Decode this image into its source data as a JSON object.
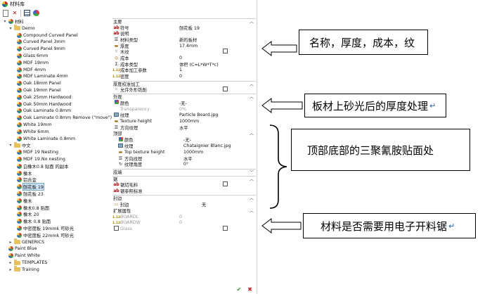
{
  "window": {
    "title": "材料库"
  },
  "toolbar": {
    "new_icon": "new-document-icon",
    "delete_icon": "delete-x-icon",
    "grid_icon": "grid-view-icon",
    "palette_icon": "material-palette-icon"
  },
  "tree": {
    "nodes": [
      {
        "label": "材料",
        "kind": "ball",
        "level": 0,
        "expanded": true
      },
      {
        "label": "Demo",
        "kind": "folder",
        "level": 1,
        "expanded": true
      },
      {
        "label": "Compound Curved Panel",
        "kind": "ball",
        "level": 2
      },
      {
        "label": "Curved Panel 3mm",
        "kind": "ball",
        "level": 2
      },
      {
        "label": "Curved Panel 9mm",
        "kind": "ball",
        "level": 2
      },
      {
        "label": "Glass 6mm",
        "kind": "ball",
        "level": 2
      },
      {
        "label": "MDF 19mm",
        "kind": "ball",
        "level": 2
      },
      {
        "label": "MDF 4mm",
        "kind": "ball",
        "level": 2
      },
      {
        "label": "MDF Laminate 4mm",
        "kind": "ball",
        "level": 2
      },
      {
        "label": "Oak 18mm Panel",
        "kind": "ball",
        "level": 2
      },
      {
        "label": "Oak 19mm Panel",
        "kind": "ball",
        "level": 2
      },
      {
        "label": "Oak 25mm Hardwood",
        "kind": "ball",
        "level": 2
      },
      {
        "label": "Oak 50mm Hardwood",
        "kind": "ball",
        "level": 2
      },
      {
        "label": "Oak Laminate 0.8mm",
        "kind": "ball",
        "level": 2
      },
      {
        "label": "Oak Laminate 0.8mm Remove (\"move\")",
        "kind": "ball",
        "level": 2
      },
      {
        "label": "White 19mm",
        "kind": "ball",
        "level": 2
      },
      {
        "label": "White 6mm",
        "kind": "ball",
        "level": 2
      },
      {
        "label": "White Laminate 0.8mm",
        "kind": "ball",
        "level": 2
      },
      {
        "label": "中文",
        "kind": "folder",
        "level": 1,
        "expanded": true
      },
      {
        "label": "MDF 19 Nesting",
        "kind": "ball",
        "level": 2
      },
      {
        "label": "MDF 19 No nesting",
        "kind": "ball",
        "level": 2
      },
      {
        "label": "白橡木0.8 贴面 的副本",
        "kind": "ball",
        "level": 2
      },
      {
        "label": "橡木",
        "kind": "ball",
        "level": 2
      },
      {
        "label": "铝合金",
        "kind": "ball",
        "level": 2
      },
      {
        "label": "刨花板 19",
        "kind": "ball",
        "level": 2,
        "selected": true
      },
      {
        "label": "刨花板 23",
        "kind": "ball",
        "level": 2
      },
      {
        "label": "橡木",
        "kind": "ball",
        "level": 2
      },
      {
        "label": "橡木0.8 贴面",
        "kind": "ball",
        "level": 2
      },
      {
        "label": "橡木 20",
        "kind": "ball",
        "level": 2
      },
      {
        "label": "橡木 0.8 贴面",
        "kind": "ball",
        "level": 2
      },
      {
        "label": "中密度板 19mmk 可砂光",
        "kind": "ball",
        "level": 2
      },
      {
        "label": "中密度板 22mmk 可砂光",
        "kind": "ball",
        "level": 2
      },
      {
        "label": "GENERICS",
        "kind": "folder",
        "level": 1,
        "expanded": false
      },
      {
        "label": "Paint Blue",
        "kind": "ball",
        "level": 1
      },
      {
        "label": "Paint White",
        "kind": "ball",
        "level": 1
      },
      {
        "label": "TEMPLATES",
        "kind": "folder",
        "level": 1,
        "expanded": false
      },
      {
        "label": "Training",
        "kind": "folder",
        "level": 1,
        "expanded": false
      }
    ]
  },
  "props": {
    "items": [
      {
        "t": "sec",
        "label": "主要",
        "chev": "︿"
      },
      {
        "t": "row",
        "icon": "ab",
        "name": "符号",
        "value": "刨花板 19"
      },
      {
        "t": "row",
        "icon": "ab",
        "name": "说明",
        "value": ""
      },
      {
        "t": "row",
        "icon": "list",
        "name": "材料类型",
        "value": "新的板材"
      },
      {
        "t": "row",
        "icon": "ruler",
        "name": "厚度",
        "value": "17.4mm"
      },
      {
        "t": "row",
        "icon": "grain",
        "name": "木纹",
        "value": "",
        "check": true
      },
      {
        "t": "row",
        "icon": "coins",
        "name": "成本",
        "value": "0"
      },
      {
        "t": "row",
        "icon": "formula",
        "name": "成本类型",
        "value": "体积 (C=L*W*T*c)"
      },
      {
        "t": "row",
        "icon": "112",
        "name": "成本加工参数",
        "value": "1"
      },
      {
        "t": "row",
        "icon": "112",
        "name": "密度",
        "value": "0"
      },
      {
        "t": "sec",
        "label": "厚度校准加工",
        "chev": "︿"
      },
      {
        "t": "row",
        "icon": "grain",
        "name": "允许外形铣削",
        "value": "",
        "check": true
      },
      {
        "t": "sec",
        "label": "外观",
        "chev": "︿"
      },
      {
        "t": "row",
        "icon": "swatch",
        "name": "颜色",
        "value": "-无-"
      },
      {
        "t": "row",
        "icon": "",
        "name": "Transparency",
        "value": "0%",
        "disabled": true
      },
      {
        "t": "row",
        "icon": "tex",
        "name": "纹理",
        "value": "Particle Board.jpg"
      },
      {
        "t": "row",
        "icon": "ruler",
        "name": "Texture height",
        "value": "1000mm"
      },
      {
        "t": "row",
        "icon": "list",
        "name": "方向纹理",
        "value": "水平"
      },
      {
        "t": "sub",
        "label": "顶部",
        "chev": "︿"
      },
      {
        "t": "row",
        "icon": "swatch",
        "name": "颜色",
        "value": "-无-",
        "sub": true
      },
      {
        "t": "row",
        "icon": "tex",
        "name": "纹理",
        "value": "Chataignier Blanc.jpg",
        "sub": true
      },
      {
        "t": "row",
        "icon": "ruler",
        "name": "Top texture height",
        "value": "1000mm",
        "sub": true
      },
      {
        "t": "row",
        "icon": "list",
        "name": "方向纹理",
        "value": "水平",
        "sub": true
      },
      {
        "t": "row",
        "icon": "rot",
        "name": "纹理角度",
        "value": "0°",
        "sub": true
      },
      {
        "t": "sec",
        "label": "底端",
        "chev": "﹀"
      },
      {
        "t": "sec",
        "label": "锯",
        "chev": "︿"
      },
      {
        "t": "row",
        "icon": "ab",
        "name": "锯切毛料",
        "value": "",
        "check": true
      },
      {
        "t": "row",
        "icon": "ab",
        "name": "锯参照标准",
        "value": ""
      },
      {
        "t": "sec",
        "label": "封边",
        "chev": "︿"
      },
      {
        "t": "row",
        "icon": "edge",
        "name": "封边",
        "value": "无",
        "valCenter": true
      },
      {
        "t": "sub",
        "label": "扩展属性",
        "chev": "︿"
      },
      {
        "t": "row",
        "icon": "112",
        "name": "BOARDL",
        "value": "0",
        "disabled": true
      },
      {
        "t": "row",
        "icon": "112",
        "name": "BOARDW",
        "value": "0",
        "disabled": true
      },
      {
        "t": "row",
        "icon": "",
        "name": "Glass",
        "value": "",
        "check": true,
        "disabled": true
      }
    ]
  },
  "footer": {
    "ok": "✔",
    "cancel": "✖"
  },
  "annotations": [
    {
      "text": "名称，厚度，成本，纹",
      "ret": false
    },
    {
      "text": "板材上砂光后的厚度处理",
      "ret": true
    },
    {
      "text": "顶部底部的三聚氰胺贴面处",
      "ret": false
    },
    {
      "text": "材料是否需要用电子开料锯",
      "ret": true
    }
  ]
}
